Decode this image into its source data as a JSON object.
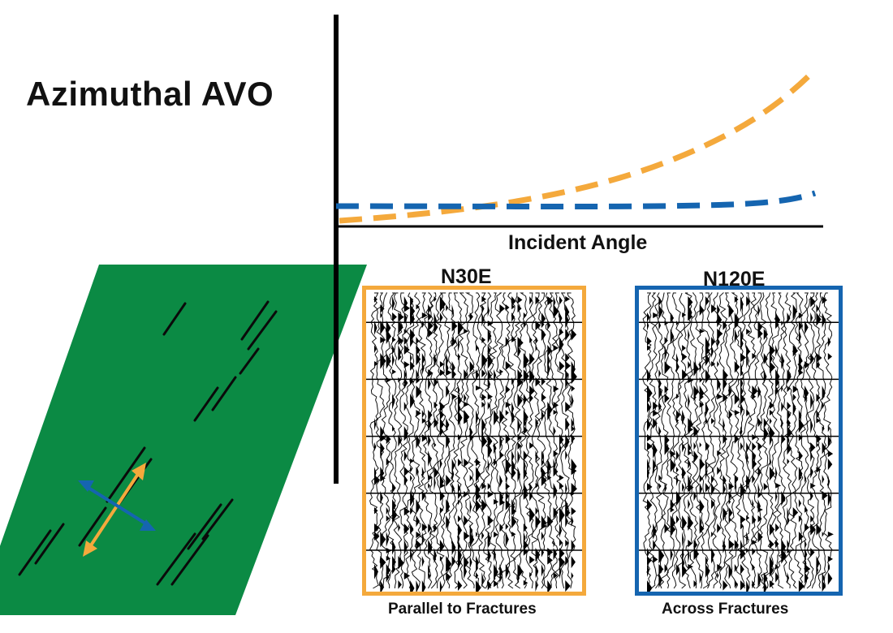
{
  "title": "Azimuthal AVO",
  "plot": {
    "xlabel": "Incident Angle",
    "series": [
      {
        "color": "#f4a93c",
        "style": "dashed",
        "shape": "rising-curve"
      },
      {
        "color": "#1565b0",
        "style": "dashed",
        "shape": "flat-slight-rise"
      }
    ]
  },
  "panels": [
    {
      "label": "N30E",
      "caption": "Parallel to Fractures",
      "border_color": "#f4a93c"
    },
    {
      "label": "N120E",
      "caption": "Across Fractures",
      "border_color": "#1565b0"
    }
  ],
  "fracture_plane": {
    "fill": "#0b8a44",
    "arrows": [
      {
        "color": "#f4a93c",
        "direction": "parallel"
      },
      {
        "color": "#1565b0",
        "direction": "perpendicular"
      }
    ]
  }
}
